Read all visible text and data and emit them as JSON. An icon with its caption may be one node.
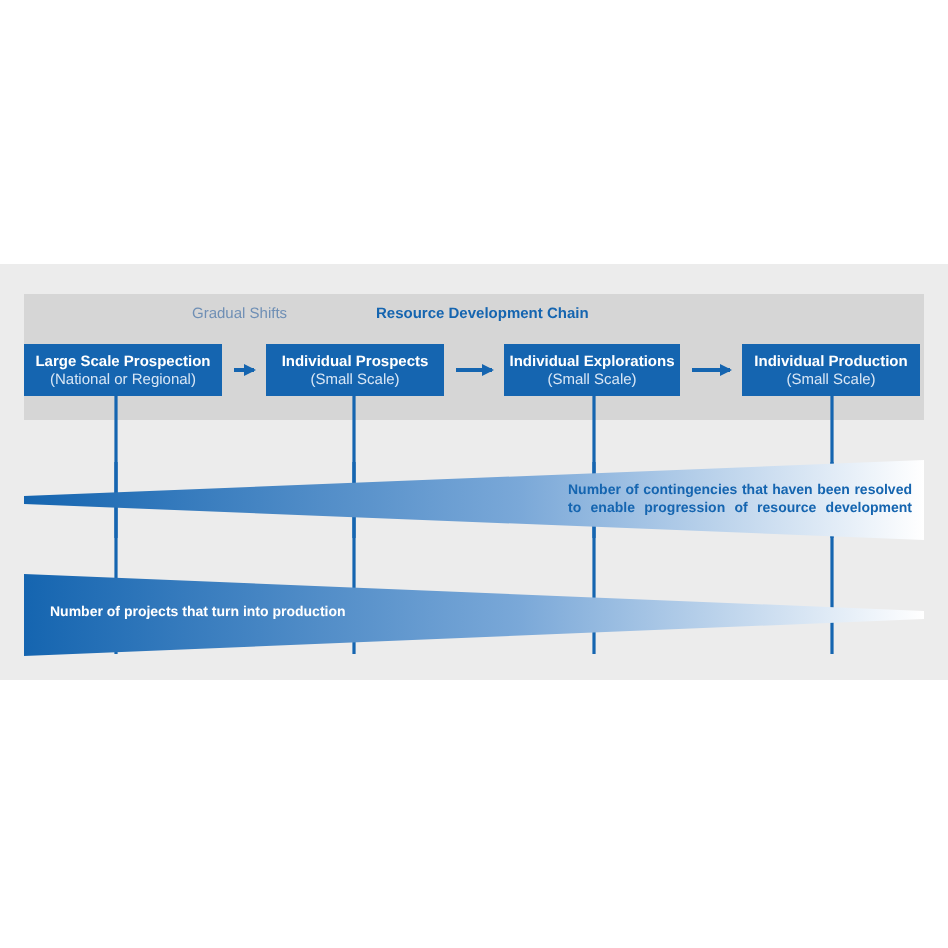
{
  "diagram": {
    "nodes": [
      {
        "text": [
          "Resource Development Chain"
        ]
      },
      {
        "text": [
          "Large Scale Prospection",
          "(National or Regional)"
        ],
        "in": 0
      },
      {
        "text": [
          "Individual Prospects",
          "(Small Scale)"
        ],
        "in": 0
      },
      {
        "text": [
          "Individual Explorations",
          "(Small Scale)"
        ],
        "in": 0
      },
      {
        "text": [
          "Individual Production",
          "(Small Scale)"
        ],
        "in": 0
      },
      {
        "text": [
          "Number of contingencies that haven been resolved to enable progression of resource development"
        ]
      },
      {
        "text": [
          "Number of projects that turn into production"
        ]
      }
    ],
    "edges": [
      {
        "from": 1,
        "to": 2,
        "arrow": "to"
      },
      {
        "from": 2,
        "to": 3,
        "arrow": "to"
      },
      {
        "from": 3,
        "to": 4,
        "arrow": "to"
      },
      {
        "from": 1,
        "to": 5,
        "arrow": "none"
      },
      {
        "from": 2,
        "to": 5,
        "arrow": "none"
      },
      {
        "from": 3,
        "to": 5,
        "arrow": "none"
      },
      {
        "from": 4,
        "to": 5,
        "arrow": "none"
      },
      {
        "from": 5,
        "to": 6,
        "arrow": "none"
      },
      {
        "from": 5,
        "to": 6,
        "arrow": "none"
      },
      {
        "from": 5,
        "to": 6,
        "arrow": "none"
      },
      {
        "from": 5,
        "to": 6,
        "arrow": "none"
      }
    ],
    "labels": [
      "Gradual Shifts"
    ]
  }
}
